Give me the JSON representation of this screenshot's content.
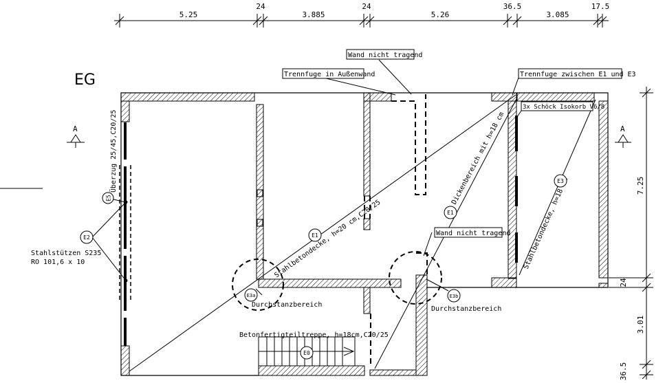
{
  "sheet": {
    "floor_label": "EG",
    "section_marker": "A"
  },
  "dimensions": {
    "top": [
      "5.25",
      "24",
      "3.885",
      "24",
      "5.26",
      "36.5",
      "3.085",
      "17.5"
    ],
    "right": [
      "7.25",
      "24",
      "3.01",
      "36.5"
    ]
  },
  "notes": {
    "wall_not_bearing_top": "Wand nicht tragend",
    "joint_outer_wall": "Trennfuge in Außenwand",
    "joint_e1_e3": "Trennfuge zwischen E1 und E3",
    "isokorb": "3x Schöck Isokorb V6/8",
    "wall_not_bearing_mid": "Wand nicht tragend",
    "beam": "Überzug 25/45,C20/25",
    "slab_e1": "Stahlbetondecke, h=20 cm,C20/25",
    "thick_area": "Dickenbereich mit h=18 cm",
    "slab_e3": "Stahlbetondecke, h=18 cm",
    "columns_line1": "Stahlstützen S235",
    "columns_line2": "RO 101,6 x 10",
    "punching_left": "Durchstanzbereich",
    "punching_right": "Durchstanzbereich",
    "stair": "Betonfertigteiltreppe, h=18cm,C20/25"
  },
  "tags": {
    "e5": "E5",
    "e2": "E2",
    "e1a": "E1",
    "e1b": "E1",
    "e3": "E3",
    "e3a": "E3a",
    "e3b": "E3b",
    "e0": "E0"
  }
}
